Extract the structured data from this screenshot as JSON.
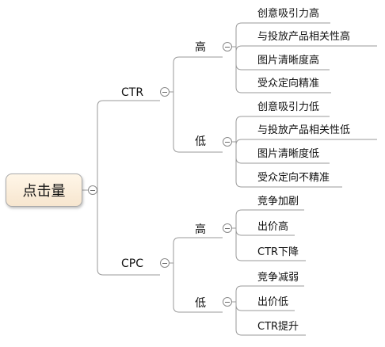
{
  "diagram": {
    "root": "点击量",
    "branches": [
      {
        "label": "CTR",
        "children": [
          {
            "label": "高",
            "leaves": [
              "创意吸引力高",
              "与投放产品相关性高",
              "图片清晰度高",
              "受众定向精准"
            ]
          },
          {
            "label": "低",
            "leaves": [
              "创意吸引力低",
              "与投放产品相关性低",
              "图片清晰度低",
              "受众定向不精准"
            ]
          }
        ]
      },
      {
        "label": "CPC",
        "children": [
          {
            "label": "高",
            "leaves": [
              "竞争加剧",
              "出价高",
              "CTR下降"
            ]
          },
          {
            "label": "低",
            "leaves": [
              "竞争减弱",
              "出价低",
              "CTR提升"
            ]
          }
        ]
      }
    ]
  },
  "line_color": "#9a9a9a"
}
